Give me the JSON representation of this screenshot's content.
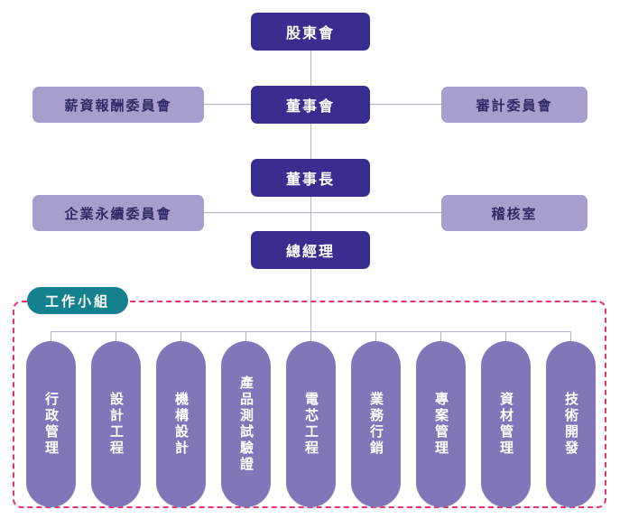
{
  "org": {
    "nodes": {
      "shareholders": "股東會",
      "board": "董事會",
      "compensation_committee": "薪資報酬委員會",
      "audit_committee": "審計委員會",
      "chairman": "董事長",
      "sustainability_committee": "企業永續委員會",
      "audit_office": "稽核室",
      "general_manager": "總經理"
    },
    "working_group": {
      "label": "工作小組"
    },
    "departments": [
      "行政管理",
      "設計工程",
      "機構設計",
      "產品測試驗證",
      "電芯工程",
      "業務行銷",
      "專案管理",
      "資材管理",
      "技術開發"
    ],
    "hierarchy": [
      "股東會 > 董事會 (薪資報酬委員會, 審計委員會) > 董事長 (企業永續委員會, 稽核室) > 總經理 > 工作小組"
    ]
  },
  "colors": {
    "dark_purple": "#3a2d90",
    "light_purple": "#a89ecd",
    "light_text": "#312b66",
    "pill_purple": "#8177b8",
    "teal": "#15808e",
    "dashed_pink": "#e8326d",
    "line": "#b6aed2"
  }
}
